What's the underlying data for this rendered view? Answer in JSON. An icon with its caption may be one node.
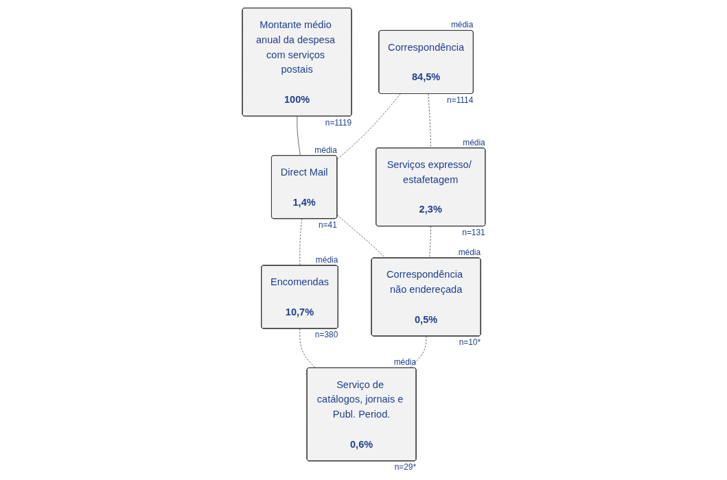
{
  "diagram": {
    "nodes": [
      {
        "text": [
          "Montante médio anual da despesa com serviços postais",
          "100%"
        ],
        "beside": [
          "n=1119"
        ]
      },
      {
        "text": [
          "Correspondência",
          "84,5%"
        ],
        "beside": [
          "média",
          "n=1114"
        ]
      },
      {
        "text": [
          "Direct Mail",
          "1,4%"
        ],
        "beside": [
          "média",
          "n=41"
        ]
      },
      {
        "text": [
          "Encomendas",
          "10,7%"
        ],
        "beside": [
          "média",
          "n=380"
        ]
      },
      {
        "text": [
          "Serviços expresso/ estafetagem",
          "2,3%"
        ],
        "beside": [
          "média",
          "n=131"
        ]
      },
      {
        "text": [
          "Correspondência não endereçada",
          "0,5%"
        ],
        "beside": [
          "média",
          "n=10*"
        ]
      },
      {
        "text": [
          "Serviço de catálogos, jornais e Publ. Period.",
          "0,6%"
        ],
        "beside": [
          "média",
          "n=29*"
        ]
      }
    ],
    "edges": [
      {
        "from": 0,
        "to": 2,
        "arrow": "none"
      },
      {
        "from": 1,
        "to": 2,
        "arrow": "none",
        "style": "dashed"
      },
      {
        "from": 2,
        "to": 3,
        "arrow": "none",
        "style": "dashed"
      },
      {
        "from": 1,
        "to": 4,
        "arrow": "none",
        "style": "dashed"
      },
      {
        "from": 2,
        "to": 5,
        "arrow": "none",
        "style": "dashed"
      },
      {
        "from": 3,
        "to": 6,
        "arrow": "none",
        "style": "dashed"
      },
      {
        "from": 4,
        "to": 5,
        "arrow": "none",
        "style": "dashed"
      },
      {
        "from": 5,
        "to": 6,
        "arrow": "none",
        "style": "dashed"
      }
    ]
  }
}
